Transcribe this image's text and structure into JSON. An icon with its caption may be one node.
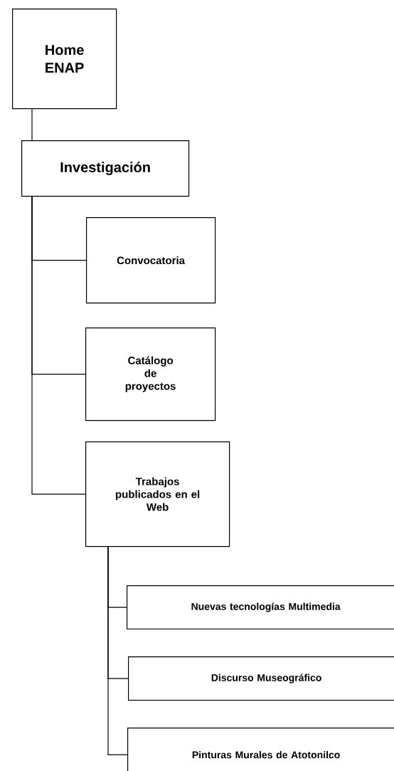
{
  "diagram": {
    "nodes": [
      {
        "text": [
          "Home ENAP"
        ]
      },
      {
        "text": [
          "Investigación"
        ]
      },
      {
        "text": [
          "Convocatoria"
        ]
      },
      {
        "text": [
          "Catálogo de proyectos"
        ]
      },
      {
        "text": [
          "Trabajos publicados en el Web"
        ]
      },
      {
        "text": [
          "Nuevas tecnologías Multimedia"
        ]
      },
      {
        "text": [
          "Discurso Museográfico"
        ]
      },
      {
        "text": [
          "Pinturas Murales de Atotonilco"
        ]
      }
    ],
    "edges": [
      {
        "from": 0,
        "to": 1,
        "arrow": "none"
      },
      {
        "from": 1,
        "to": 2,
        "arrow": "none"
      },
      {
        "from": 1,
        "to": 3,
        "arrow": "none"
      },
      {
        "from": 1,
        "to": 4,
        "arrow": "none"
      },
      {
        "from": 4,
        "to": 5,
        "arrow": "none"
      },
      {
        "from": 4,
        "to": 6,
        "arrow": "none"
      },
      {
        "from": 4,
        "to": 7,
        "arrow": "none"
      }
    ]
  }
}
